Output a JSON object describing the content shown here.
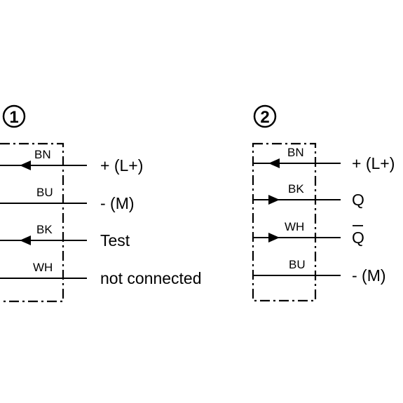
{
  "diagrams": [
    {
      "number": "1",
      "wires": [
        {
          "color_code": "BN",
          "signal": "+ (L+)",
          "arrow": "out"
        },
        {
          "color_code": "BU",
          "signal": "- (M)",
          "arrow": "none"
        },
        {
          "color_code": "BK",
          "signal": "Test",
          "arrow": "out"
        },
        {
          "color_code": "WH",
          "signal": "not connected",
          "arrow": "none"
        }
      ]
    },
    {
      "number": "2",
      "wires": [
        {
          "color_code": "BN",
          "signal": "+ (L+)",
          "arrow": "out"
        },
        {
          "color_code": "BK",
          "signal": "Q",
          "arrow": "in"
        },
        {
          "color_code": "WH",
          "signal": "Q",
          "overline": true,
          "arrow": "in"
        },
        {
          "color_code": "BU",
          "signal": "- (M)",
          "arrow": "none"
        }
      ]
    }
  ],
  "colors": {
    "line": "#000000",
    "background": "#ffffff"
  }
}
